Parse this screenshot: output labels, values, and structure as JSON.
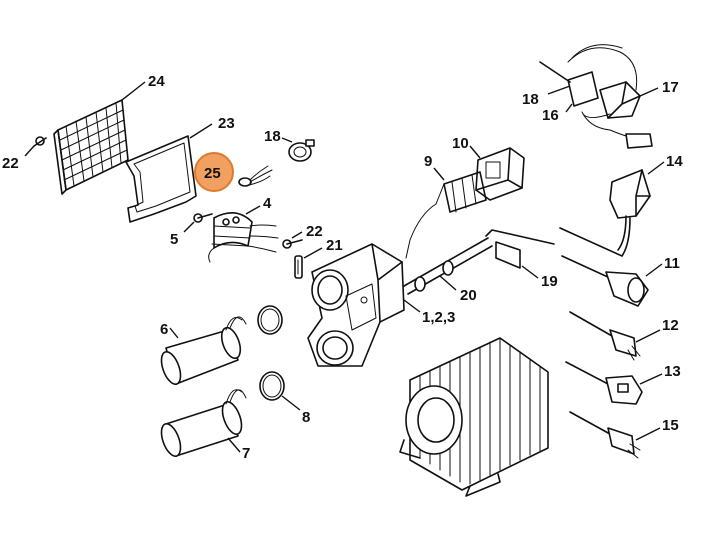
{
  "diagram": {
    "labels": {
      "p1": "1,2,3",
      "p4": "4",
      "p5": "5",
      "p6": "6",
      "p7": "7",
      "p8": "8",
      "p9": "9",
      "p10": "10",
      "p11": "11",
      "p12": "12",
      "p13": "13",
      "p14": "14",
      "p15": "15",
      "p16": "16",
      "p17": "17",
      "p18a": "18",
      "p18b": "18",
      "p19": "19",
      "p20": "20",
      "p21": "21",
      "p22a": "22",
      "p22b": "22",
      "p23": "23",
      "p24": "24",
      "p25": "25"
    },
    "highlight": {
      "part": "25",
      "color": "#f0a060",
      "border_color": "#e07a2a"
    },
    "colors": {
      "line": "#111111",
      "background": "#ffffff"
    }
  }
}
